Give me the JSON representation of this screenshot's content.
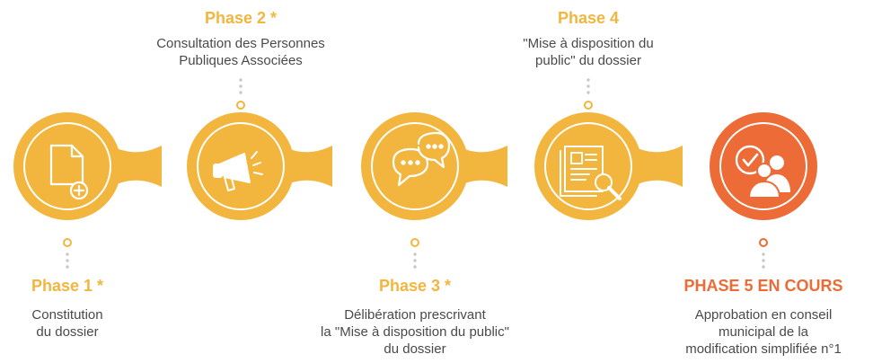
{
  "colors": {
    "phase": "#f2b63e",
    "current": "#ec6b36",
    "dots": "#c8c8c8",
    "icon_stroke": "#ffffff"
  },
  "phases": [
    {
      "title": "Phase 1  *",
      "desc": [
        "Constitution",
        "du dossier"
      ],
      "icon": "document-plus-icon",
      "status": "done"
    },
    {
      "title": "Phase 2 *",
      "desc": [
        "Consultation des Personnes",
        "Publiques Associées"
      ],
      "icon": "megaphone-icon",
      "status": "done"
    },
    {
      "title": "Phase 3  *",
      "desc": [
        "Délibération prescrivant",
        "la \"Mise à disposition du public\"",
        "du dossier"
      ],
      "icon": "chat-bubbles-icon",
      "status": "done"
    },
    {
      "title": "Phase 4",
      "desc": [
        "\"Mise à disposition du",
        "public\" du dossier"
      ],
      "icon": "document-search-icon",
      "status": "done"
    },
    {
      "title": "PHASE 5 EN COURS",
      "desc": [
        "Approbation en conseil",
        "municipal de la",
        "modification simplifiée n°1"
      ],
      "icon": "approval-group-icon",
      "status": "current"
    }
  ]
}
